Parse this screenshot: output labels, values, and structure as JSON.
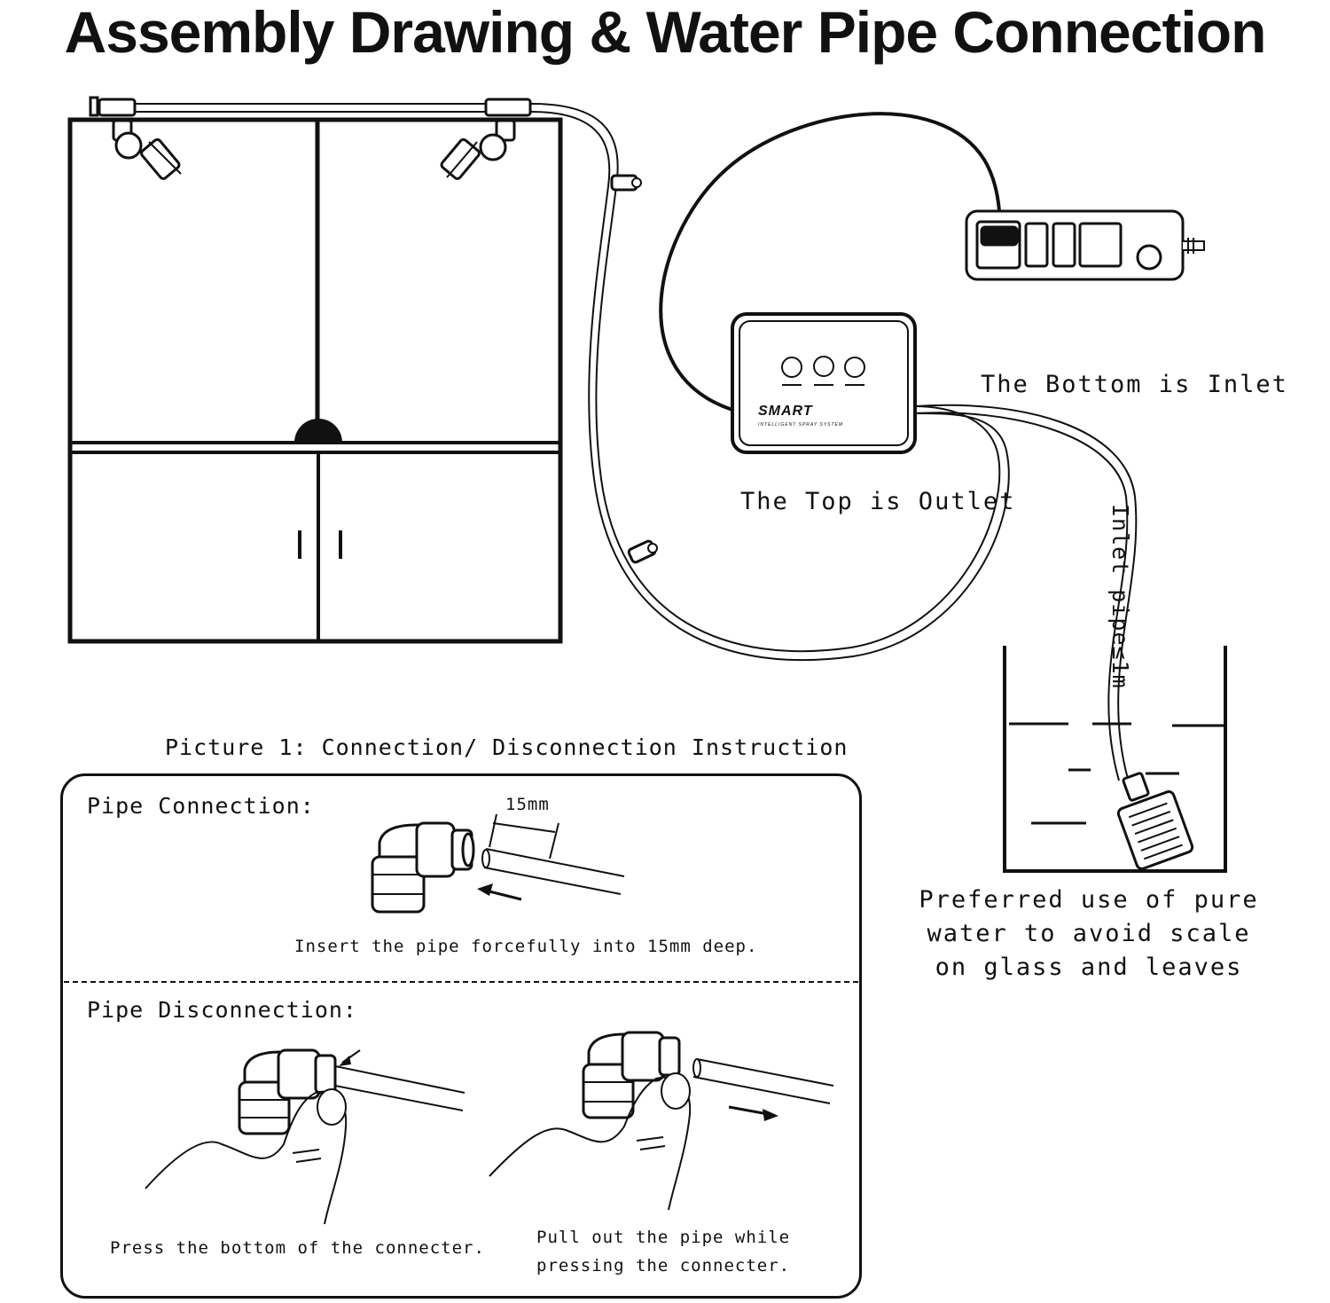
{
  "title": "Assembly Drawing & Water Pipe Connection",
  "labels": {
    "bottom_inlet": "The Bottom is Inlet",
    "top_outlet": "The Top is Outlet",
    "inlet_pipe": "Inlet pipe≤1m",
    "pure_water_1": "Preferred use of pure",
    "pure_water_2": "water to avoid scale",
    "pure_water_3": "on glass and leaves"
  },
  "device": {
    "brand": "SMART",
    "subtitle": "INTELLIGENT SPRAY SYSTEM"
  },
  "instruction": {
    "picture_title": "Picture 1: Connection/ Disconnection Instruction",
    "connection_heading": "Pipe Connection:",
    "depth_label": "15mm",
    "connection_caption": "Insert the pipe forcefully into 15mm deep.",
    "disconnection_heading": "Pipe Disconnection:",
    "press_caption": "Press the bottom of the connecter.",
    "pull_caption_1": "Pull out the pipe while",
    "pull_caption_2": "pressing the connecter."
  }
}
